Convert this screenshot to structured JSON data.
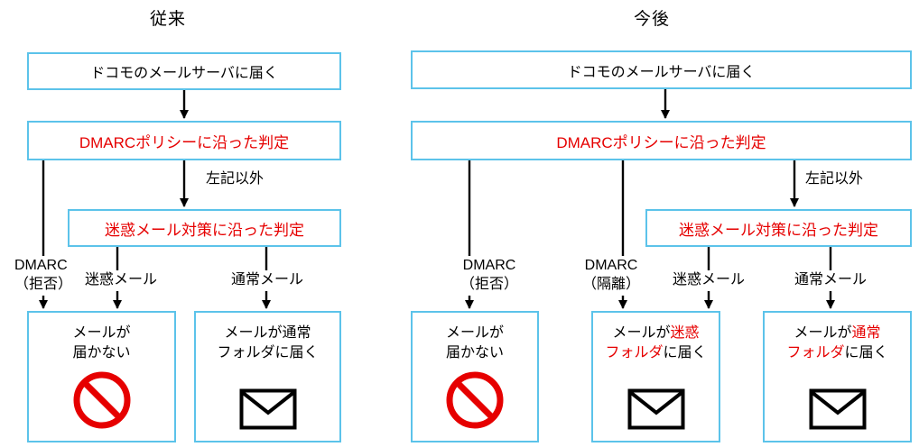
{
  "colors": {
    "box_border_blue": "#5cc3ea",
    "accent_red": "#e60000",
    "arrow_black": "#000000"
  },
  "icons": {
    "blocked": "prohibition-icon",
    "delivered": "envelope-icon"
  },
  "left": {
    "title": "従来",
    "server_box": "ドコモのメールサーバに届く",
    "dmarc_box": "DMARCポリシーに沿った判定",
    "other_label": "左記以外",
    "spam_check_box": "迷惑メール対策に沿った判定",
    "dmarc_reject_line1": "DMARC",
    "dmarc_reject_line2": "（拒否）",
    "spam_label": "迷惑メール",
    "normal_label": "通常メール",
    "not_delivered_line1": "メールが",
    "not_delivered_line2": "届かない",
    "normal_folder_line1": "メールが通常",
    "normal_folder_line2": "フォルダに届く"
  },
  "right": {
    "title": "今後",
    "server_box": "ドコモのメールサーバに届く",
    "dmarc_box": "DMARCポリシーに沿った判定",
    "other_label": "左記以外",
    "spam_check_box": "迷惑メール対策に沿った判定",
    "dmarc_reject_line1": "DMARC",
    "dmarc_reject_line2": "（拒否）",
    "dmarc_quarantine_line1": "DMARC",
    "dmarc_quarantine_line2": "（隔離）",
    "spam_label": "迷惑メール",
    "normal_label": "通常メール",
    "not_delivered_line1": "メールが",
    "not_delivered_line2": "届かない",
    "spam_folder": {
      "l1_black": "メールが",
      "l1_red": "迷惑",
      "l2_red": "フォルダ",
      "l2_black": "に届く"
    },
    "normal_folder": {
      "l1_black": "メールが",
      "l1_red": "通常",
      "l2_red": "フォルダ",
      "l2_black": "に届く"
    }
  }
}
